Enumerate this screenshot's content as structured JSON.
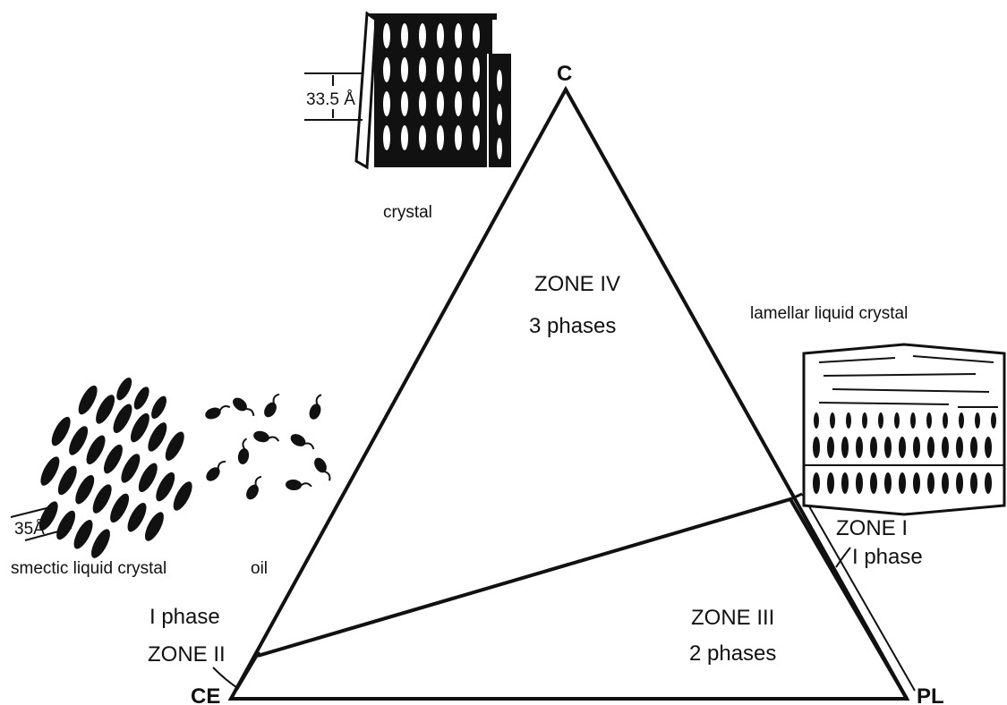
{
  "diagram": {
    "vertices": {
      "top": "C",
      "left": "CE",
      "right": "PL"
    },
    "zones": {
      "zone1": {
        "name": "ZONE I",
        "phases": "I phase"
      },
      "zone2": {
        "name": "ZONE II",
        "phases": "I phase"
      },
      "zone3": {
        "name": "ZONE III",
        "phases": "2 phases"
      },
      "zone4": {
        "name": "ZONE IV",
        "phases": "3 phases"
      }
    },
    "illustrations": {
      "crystal": {
        "caption": "crystal",
        "spacing": "33.5 Å"
      },
      "smectic": {
        "caption": "smectic liquid crystal",
        "spacing": "35Å"
      },
      "oil": {
        "caption": "oil"
      },
      "lamellar": {
        "caption": "lamellar liquid crystal"
      }
    },
    "colors": {
      "ink": "#111111",
      "background": "#ffffff"
    }
  }
}
